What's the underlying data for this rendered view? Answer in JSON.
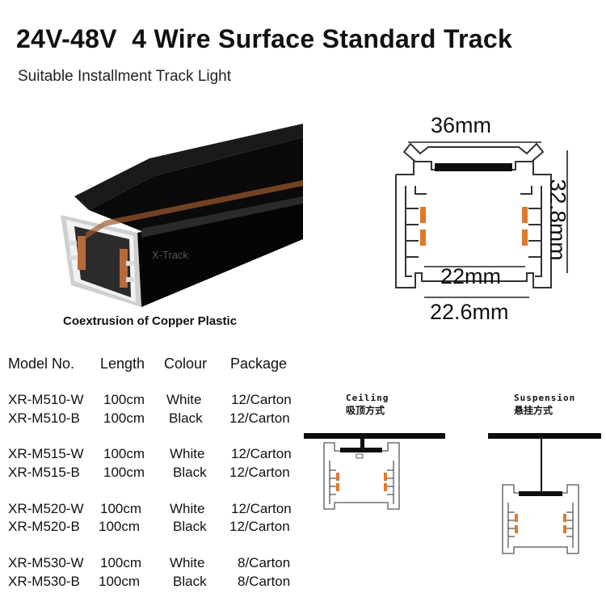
{
  "header": {
    "title": "24V-48V  4 Wire Surface Standard Track",
    "subtitle": "Suitable Installment Track Light"
  },
  "photo": {
    "watermark": "X-Track",
    "caption": "Coextrusion of Copper Plastic"
  },
  "dimensions": {
    "top_width": "36mm",
    "inner_width": "22mm",
    "bottom_width": "22.6mm",
    "height": "32.8mm"
  },
  "table": {
    "headers": [
      "Model No.",
      "Length",
      "Colour",
      "Package"
    ],
    "rows": [
      [
        "XR-M510-W",
        "100cm",
        "White",
        "12/Carton"
      ],
      [
        "XR-M510-B",
        "100cm",
        "Black",
        "12/Carton"
      ],
      [
        "XR-M515-W",
        "100cm",
        "White",
        "12/Carton"
      ],
      [
        "XR-M515-B",
        "100cm",
        "Black",
        "12/Carton"
      ],
      [
        "XR-M520-W",
        "100cm",
        "White",
        "12/Carton"
      ],
      [
        "XR-M520-B",
        "100cm",
        "Black",
        "12/Carton"
      ],
      [
        "XR-M530-W",
        "100cm",
        "White",
        "8/Carton"
      ],
      [
        "XR-M530-B",
        "100cm",
        "Black",
        "8/Carton"
      ]
    ]
  },
  "installation": {
    "ceiling": {
      "label_en": "Ceiling",
      "label_cn": "吸顶方式"
    },
    "suspension": {
      "label_en": "Suspension",
      "label_cn": "悬挂方式"
    }
  },
  "colors": {
    "copper": "#e0782a",
    "track_black": "#0d0d0d",
    "profile_line": "#333333"
  }
}
